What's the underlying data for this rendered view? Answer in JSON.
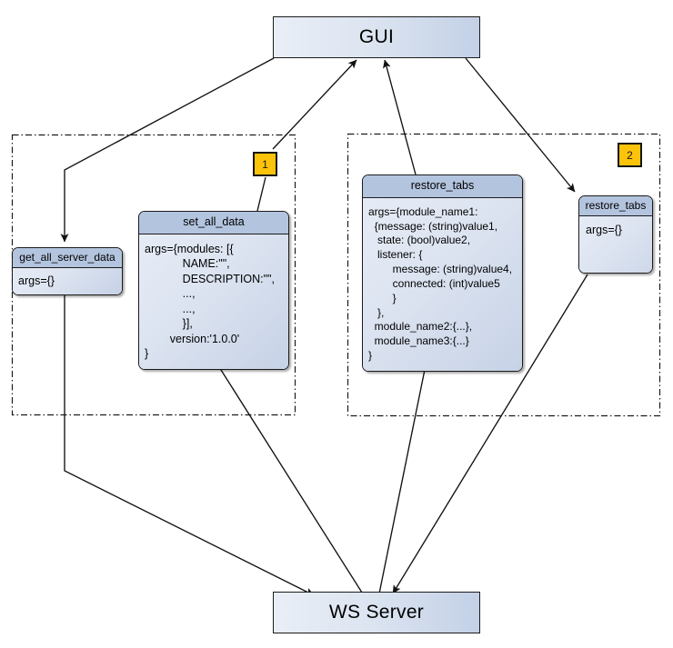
{
  "diagram": {
    "title": "GUI / WS Server message flow",
    "colors": {
      "box_header": "#b3c4de",
      "box_body_light": "#e6ecf6",
      "box_body_dark": "#c6d2e6",
      "marker": "#fcc30b",
      "stroke": "#1b1b1b",
      "background": "#ffffff"
    },
    "nodes": {
      "gui": {
        "label": "GUI"
      },
      "ws_server": {
        "label": "WS Server"
      },
      "get_all_server_data": {
        "title": "get_all_server_data",
        "body": "args={}"
      },
      "set_all_data": {
        "title": "set_all_data",
        "body": "args={modules: [{\n            NAME:\"\",\n            DESCRIPTION:\"\",\n            ...,\n            ...,\n            }],\n        version:'1.0.0'\n}"
      },
      "restore_tabs_detail": {
        "title": "restore_tabs",
        "body": "args={module_name1:\n  {message: (string)value1,\n   state: (bool)value2,\n   listener: {\n        message: (string)value4,\n        connected: (int)value5\n        }\n   },\n  module_name2:{...},\n  module_name3:{...}\n}"
      },
      "restore_tabs_call": {
        "title": "restore_tabs",
        "body": "args={}"
      }
    },
    "markers": [
      {
        "id": "marker-1",
        "label": "1"
      },
      {
        "id": "marker-2",
        "label": "2"
      }
    ],
    "groups": [
      {
        "id": "group-1",
        "label": ""
      },
      {
        "id": "group-2",
        "label": ""
      }
    ],
    "edges": [
      {
        "from": "gui",
        "to": "get_all_server_data",
        "kind": "arrow"
      },
      {
        "from": "set_all_data",
        "to": "gui",
        "kind": "arrow"
      },
      {
        "from": "restore_tabs_detail",
        "to": "gui",
        "kind": "arrow"
      },
      {
        "from": "gui",
        "to": "restore_tabs_call",
        "kind": "arrow"
      },
      {
        "from": "get_all_server_data",
        "to": "ws_server",
        "kind": "arrow"
      },
      {
        "from": "ws_server",
        "to": "set_all_data",
        "kind": "arrow"
      },
      {
        "from": "ws_server",
        "to": "restore_tabs_detail",
        "kind": "arrow"
      },
      {
        "from": "restore_tabs_call",
        "to": "ws_server",
        "kind": "arrow"
      },
      {
        "from": "set_all_data",
        "to": "marker-1",
        "kind": "plain"
      },
      {
        "from": "marker-1",
        "to": "gui",
        "kind": "plain"
      }
    ]
  }
}
